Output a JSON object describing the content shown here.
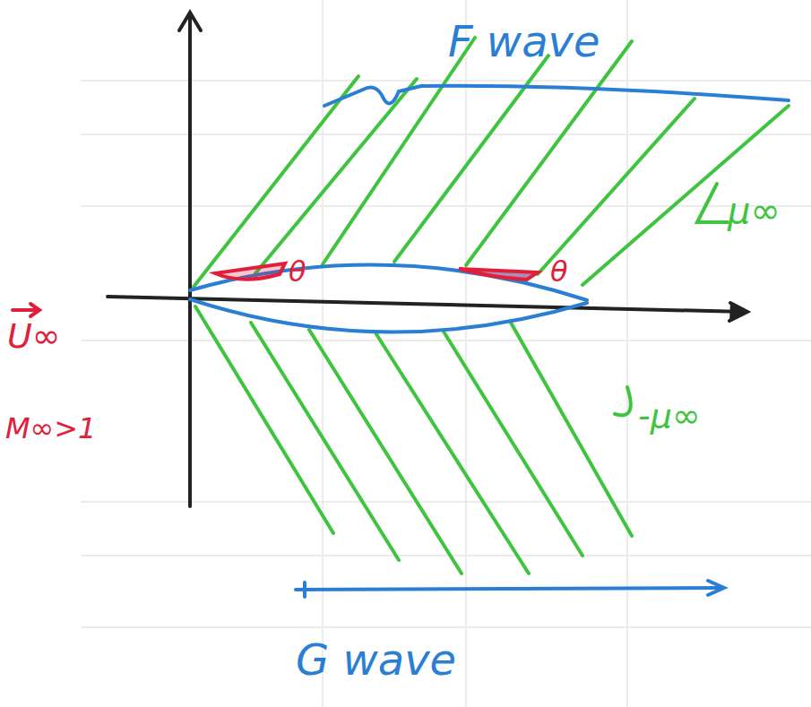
{
  "diagram": {
    "labels": [
      "F wave",
      "μ∞",
      "θ",
      "θ",
      "U∞",
      "M∞>1",
      "-μ∞",
      "G wave"
    ]
  }
}
